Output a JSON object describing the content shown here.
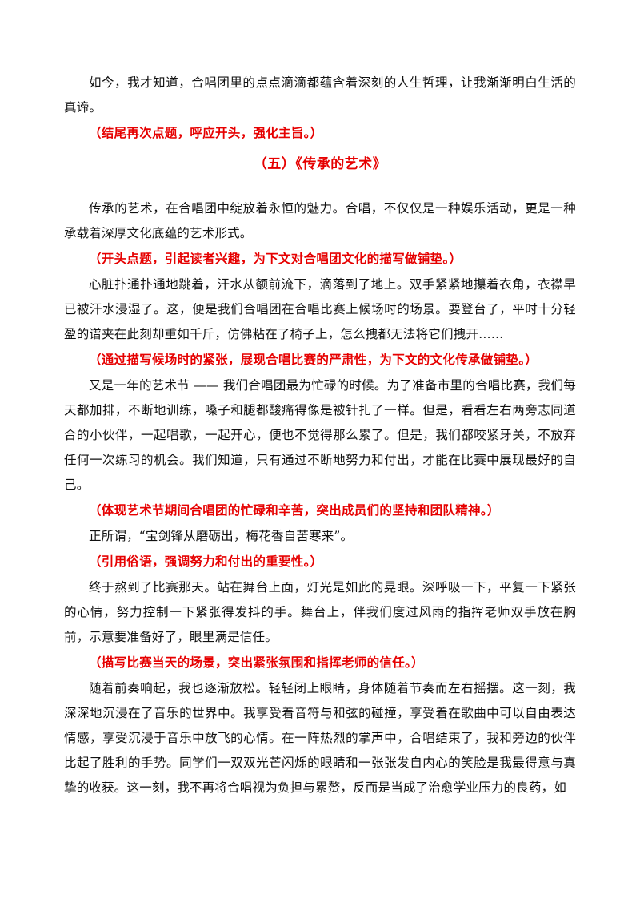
{
  "blocks": [
    {
      "type": "para",
      "text": "如今，我才知道，合唱团里的点点滴滴都蕴含着深刻的人生哲理，让我渐渐明白生活的真谛。"
    },
    {
      "type": "note",
      "text": "（结尾再次点题，呼应开头，强化主旨。）"
    },
    {
      "type": "title",
      "text": "（五）《传承的艺术》"
    },
    {
      "type": "para",
      "text": "传承的艺术，在合唱团中绽放着永恒的魅力。合唱，不仅仅是一种娱乐活动，更是一种承载着深厚文化底蕴的艺术形式。"
    },
    {
      "type": "note",
      "text": "（开头点题，引起读者兴趣，为下文对合唱团文化的描写做铺垫。）"
    },
    {
      "type": "para",
      "text": "心脏扑通扑通地跳着，汗水从额前流下，滴落到了地上。双手紧紧地攥着衣角，衣襟早已被汗水浸湿了。这，便是我们合唱团在合唱比赛上候场时的场景。要登台了，平时十分轻盈的谱夹在此刻却重如千斤，仿佛粘在了椅子上，怎么拽都无法将它们拽开……"
    },
    {
      "type": "note",
      "text": "（通过描写候场时的紧张，展现合唱比赛的严肃性，为下文的文化传承做铺垫。）"
    },
    {
      "type": "para",
      "text": "又是一年的艺术节 —— 我们合唱团最为忙碌的时候。为了准备市里的合唱比赛，我们每天都加排，不断地训练，嗓子和腿都酸痛得像是被针扎了一样。但是，看看左右两旁志同道合的小伙伴，一起唱歌，一起开心，便也不觉得那么累了。但是，我们都咬紧牙关，不放弃任何一次练习的机会。我们知道，只有通过不断地努力和付出，才能在比赛中展现最好的自己。"
    },
    {
      "type": "note",
      "text": "（体现艺术节期间合唱团的忙碌和辛苦，突出成员们的坚持和团队精神。）"
    },
    {
      "type": "para",
      "text": "正所谓，“宝剑锋从磨砺出，梅花香自苦寒来”。"
    },
    {
      "type": "note",
      "text": "（引用俗语，强调努力和付出的重要性。）"
    },
    {
      "type": "para",
      "text": "终于熬到了比赛那天。站在舞台上面，灯光是如此的晃眼。深呼吸一下，平复一下紧张的心情，努力控制一下紧张得发抖的手。舞台上，伴我们度过风雨的指挥老师双手放在胸前，示意要准备好了，眼里满是信任。"
    },
    {
      "type": "note",
      "text": "（描写比赛当天的场景，突出紧张氛围和指挥老师的信任。）"
    },
    {
      "type": "para",
      "text": "随着前奏响起，我也逐渐放松。轻轻闭上眼睛，身体随着节奏而左右摇摆。这一刻，我深深地沉浸在了音乐的世界中。我享受着音符与和弦的碰撞，享受着在歌曲中可以自由表达情感，享受沉浸于音乐中放飞的心情。在一阵热烈的掌声中，合唱结束了，我和旁边的伙伴比起了胜利的手势。同学们一双双光芒闪烁的眼睛和一张张发自内心的笑脸是我最得意与真挚的收获。这一刻，我不再将合唱视为负担与累赘，反而是当成了治愈学业压力的良药，如"
    }
  ]
}
